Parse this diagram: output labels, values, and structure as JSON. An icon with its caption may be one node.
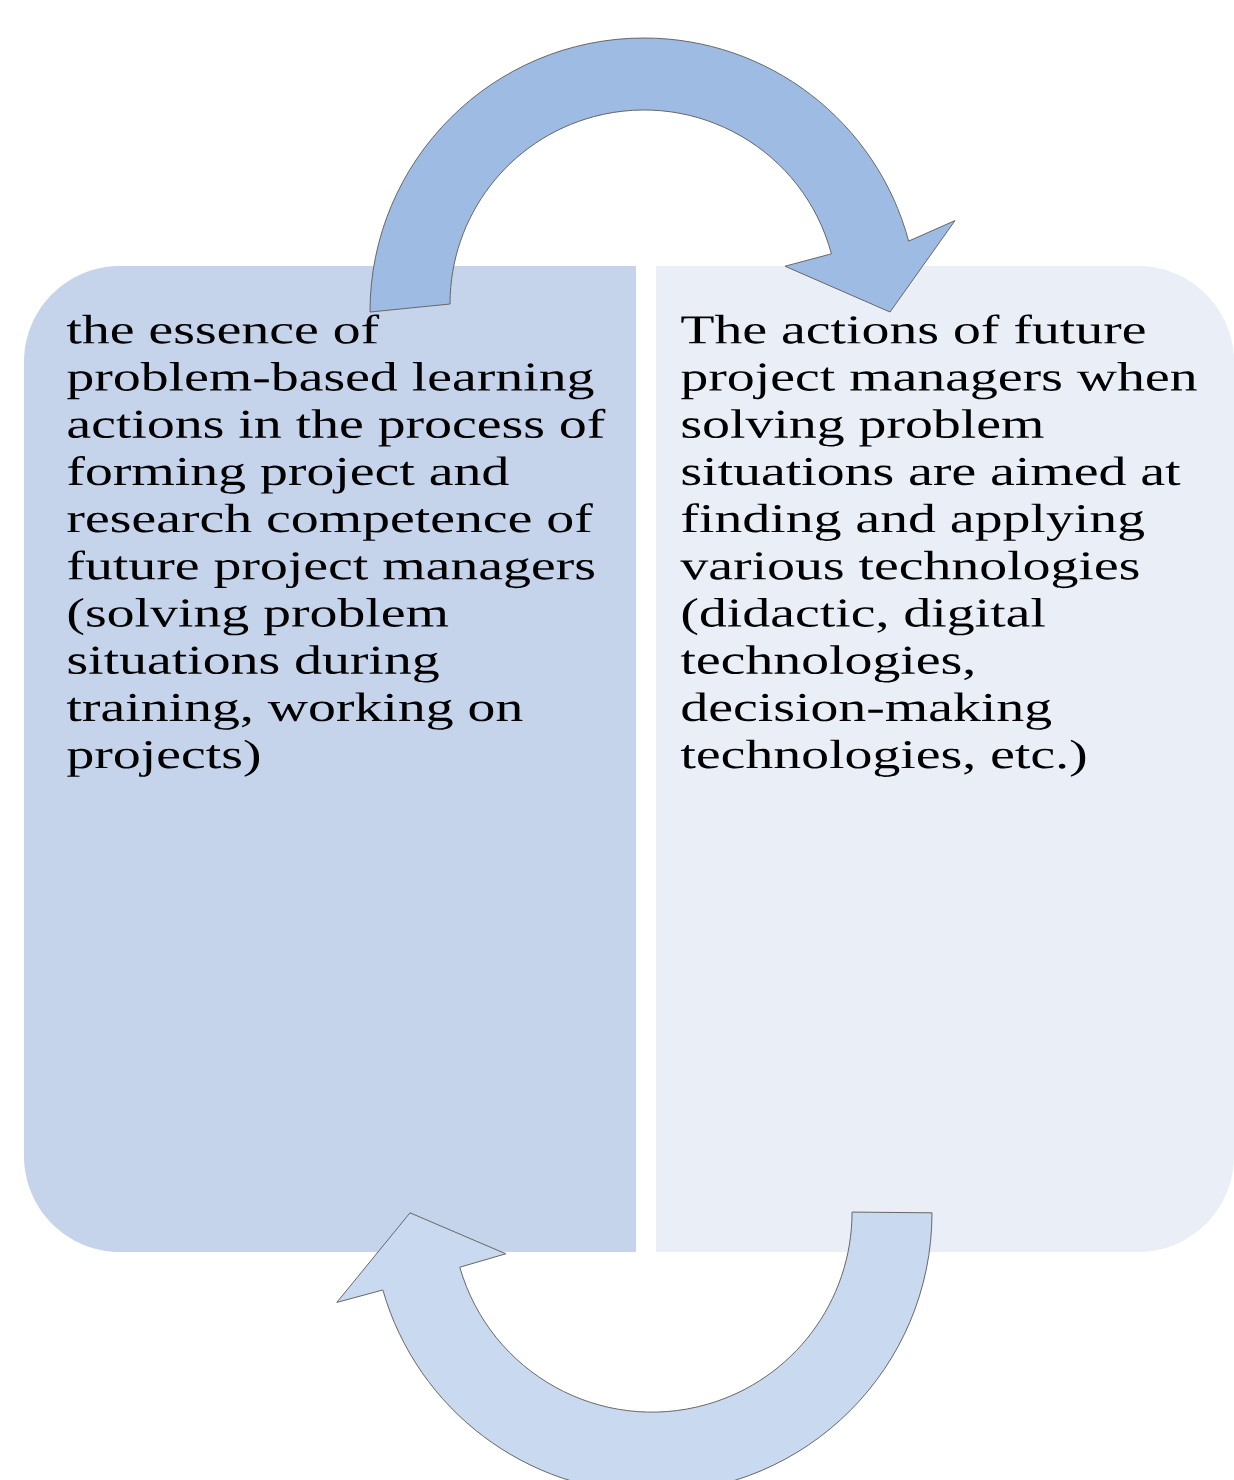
{
  "diagram": {
    "nodes": [
      {
        "text": [
          "the essence of problem-based learning actions in the process of forming project and research competence of future project managers (solving problem situations during training, working on projects)"
        ]
      },
      {
        "text": [
          "The actions of future project managers when solving problem situations are aimed at finding and applying various technologies (didactic, digital technologies, decision-making technologies, etc.)"
        ]
      }
    ],
    "edges": [
      {
        "from": 0,
        "to": 1,
        "arrow": "to",
        "color": "#9dbbe3"
      },
      {
        "from": 1,
        "to": 0,
        "arrow": "to",
        "color": "#c9d9ef"
      }
    ]
  }
}
